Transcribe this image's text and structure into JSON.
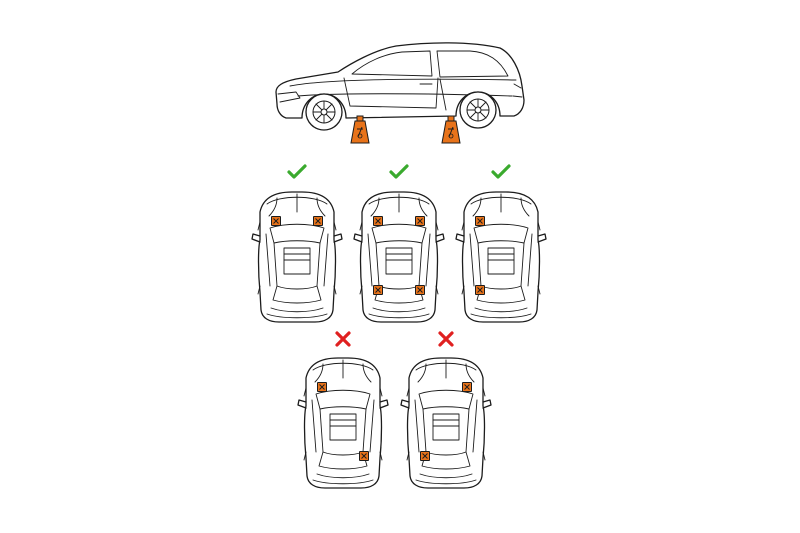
{
  "colors": {
    "check": "#3aaa2e",
    "cross": "#e02020",
    "jack_stand": "#e8731a",
    "line": "#1c1c1c"
  },
  "icons": {
    "correct": "checkmark-icon",
    "incorrect": "cross-icon",
    "support": "jack-stand-icon",
    "vehicle": "car-top-view-icon"
  },
  "side_view": {
    "jack_stands": [
      {
        "position": "front-wheel"
      },
      {
        "position": "rear-wheel"
      }
    ]
  },
  "configurations": [
    {
      "row": 1,
      "column": 1,
      "status": "correct",
      "stands": [
        "front-left",
        "front-right"
      ]
    },
    {
      "row": 1,
      "column": 2,
      "status": "correct",
      "stands": [
        "front-left",
        "front-right",
        "rear-left",
        "rear-right"
      ]
    },
    {
      "row": 1,
      "column": 3,
      "status": "correct",
      "stands": [
        "front-left",
        "rear-left"
      ]
    },
    {
      "row": 2,
      "column": 1,
      "status": "incorrect",
      "stands": [
        "front-left",
        "rear-right"
      ]
    },
    {
      "row": 2,
      "column": 2,
      "status": "incorrect",
      "stands": [
        "front-right",
        "rear-left"
      ]
    }
  ]
}
